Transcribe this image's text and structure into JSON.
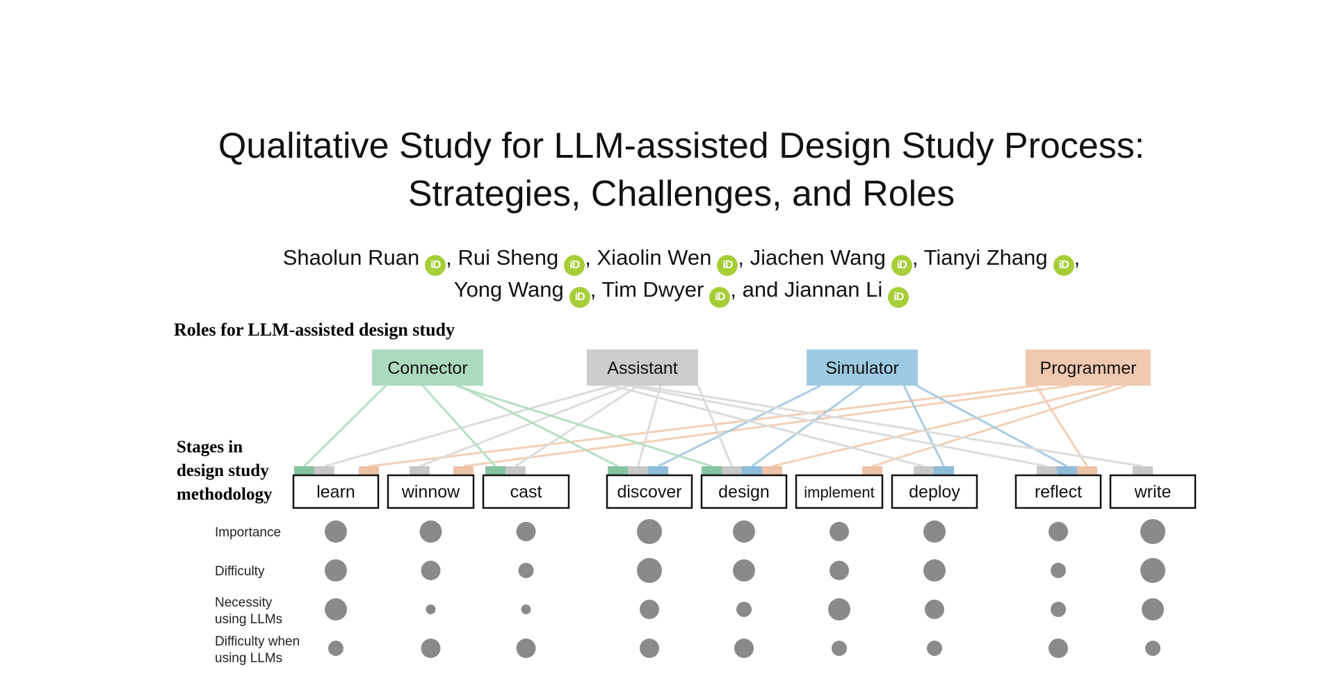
{
  "paper": {
    "title_line1": "Qualitative Study for LLM-assisted Design Study Process:",
    "title_line2": "Strategies, Challenges, and Roles",
    "authors_line1": [
      {
        "name": "Shaolun Ruan",
        "sep": ", "
      },
      {
        "name": "Rui Sheng",
        "sep": ", "
      },
      {
        "name": "Xiaolin Wen",
        "sep": ", "
      },
      {
        "name": "Jiachen Wang",
        "sep": ", "
      },
      {
        "name": "Tianyi Zhang",
        "sep": ","
      }
    ],
    "authors_line2": [
      {
        "name": "Yong Wang",
        "sep": ", "
      },
      {
        "name": "Tim Dwyer",
        "sep": ", and "
      },
      {
        "name": "Jiannan Li",
        "sep": ""
      }
    ],
    "orcid_glyph": "iD"
  },
  "figure": {
    "roles_heading": "Roles for LLM-assisted design study",
    "stages_heading": [
      "Stages in",
      "design study",
      "methodology"
    ],
    "colors": {
      "connector": "#acdabd",
      "assistant": "#cccccc",
      "simulator": "#9ecae1",
      "programmer": "#f1c9b0",
      "connector_line": "#b4dfc3",
      "assistant_line": "#dcdcdc",
      "simulator_line": "#a9cde4",
      "programmer_line": "#f3cfb5",
      "connector_mark": "#86c4a0",
      "assistant_mark": "#c8c8c8",
      "simulator_mark": "#8fbcd9",
      "programmer_mark": "#eec2a6",
      "dot": "#8a8a8c"
    },
    "roles": [
      {
        "id": "connector",
        "label": "Connector"
      },
      {
        "id": "assistant",
        "label": "Assistant"
      },
      {
        "id": "simulator",
        "label": "Simulator"
      },
      {
        "id": "programmer",
        "label": "Programmer"
      }
    ],
    "stages": [
      {
        "id": "learn",
        "label": "learn",
        "roles": [
          "connector",
          "assistant",
          "programmer"
        ]
      },
      {
        "id": "winnow",
        "label": "winnow",
        "roles": [
          "assistant",
          "programmer"
        ]
      },
      {
        "id": "cast",
        "label": "cast",
        "roles": [
          "connector",
          "assistant"
        ]
      },
      {
        "id": "discover",
        "label": "discover",
        "roles": [
          "connector",
          "assistant",
          "simulator"
        ]
      },
      {
        "id": "design",
        "label": "design",
        "roles": [
          "connector",
          "assistant",
          "simulator",
          "programmer"
        ]
      },
      {
        "id": "implement",
        "label": "implement",
        "roles": [
          "programmer"
        ]
      },
      {
        "id": "deploy",
        "label": "deploy",
        "roles": [
          "assistant",
          "simulator"
        ]
      },
      {
        "id": "reflect",
        "label": "reflect",
        "roles": [
          "assistant",
          "simulator",
          "programmer"
        ]
      },
      {
        "id": "write",
        "label": "write",
        "roles": [
          "assistant"
        ]
      }
    ],
    "metrics": [
      {
        "label": [
          "Importance"
        ],
        "values": [
          3,
          3,
          2,
          4,
          3,
          2,
          3,
          2,
          4
        ]
      },
      {
        "label": [
          "Difficulty"
        ],
        "values": [
          3,
          2,
          1,
          4,
          3,
          2,
          3,
          1,
          4
        ]
      },
      {
        "label": [
          "Necessity",
          "using LLMs"
        ],
        "values": [
          3,
          0,
          0,
          2,
          1,
          3,
          2,
          1,
          3
        ]
      },
      {
        "label": [
          "Difficulty when",
          "using LLMs"
        ],
        "values": [
          1,
          2,
          2,
          2,
          2,
          1,
          1,
          2,
          1
        ]
      }
    ]
  }
}
